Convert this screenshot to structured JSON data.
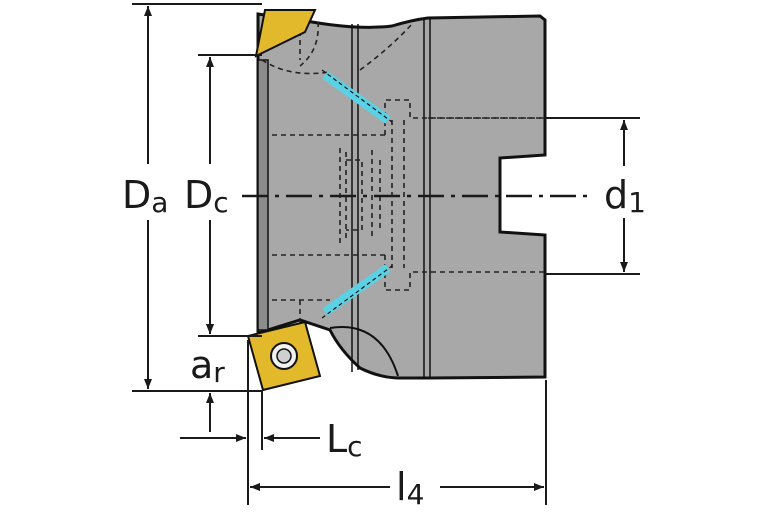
{
  "dimensions": {
    "da": {
      "main": "D",
      "sub": "a"
    },
    "dc": {
      "main": "D",
      "sub": "c"
    },
    "d1": {
      "main": "d",
      "sub": "1"
    },
    "ar": {
      "main": "a",
      "sub": "r"
    },
    "lc": {
      "main": "L",
      "sub": "c"
    },
    "l4": {
      "main": "l",
      "sub": "4"
    }
  },
  "colors": {
    "body": "#a8a8a8",
    "insert": "#e3b92c",
    "coolant": "#5ad2e6",
    "line": "#1a1a1a"
  }
}
